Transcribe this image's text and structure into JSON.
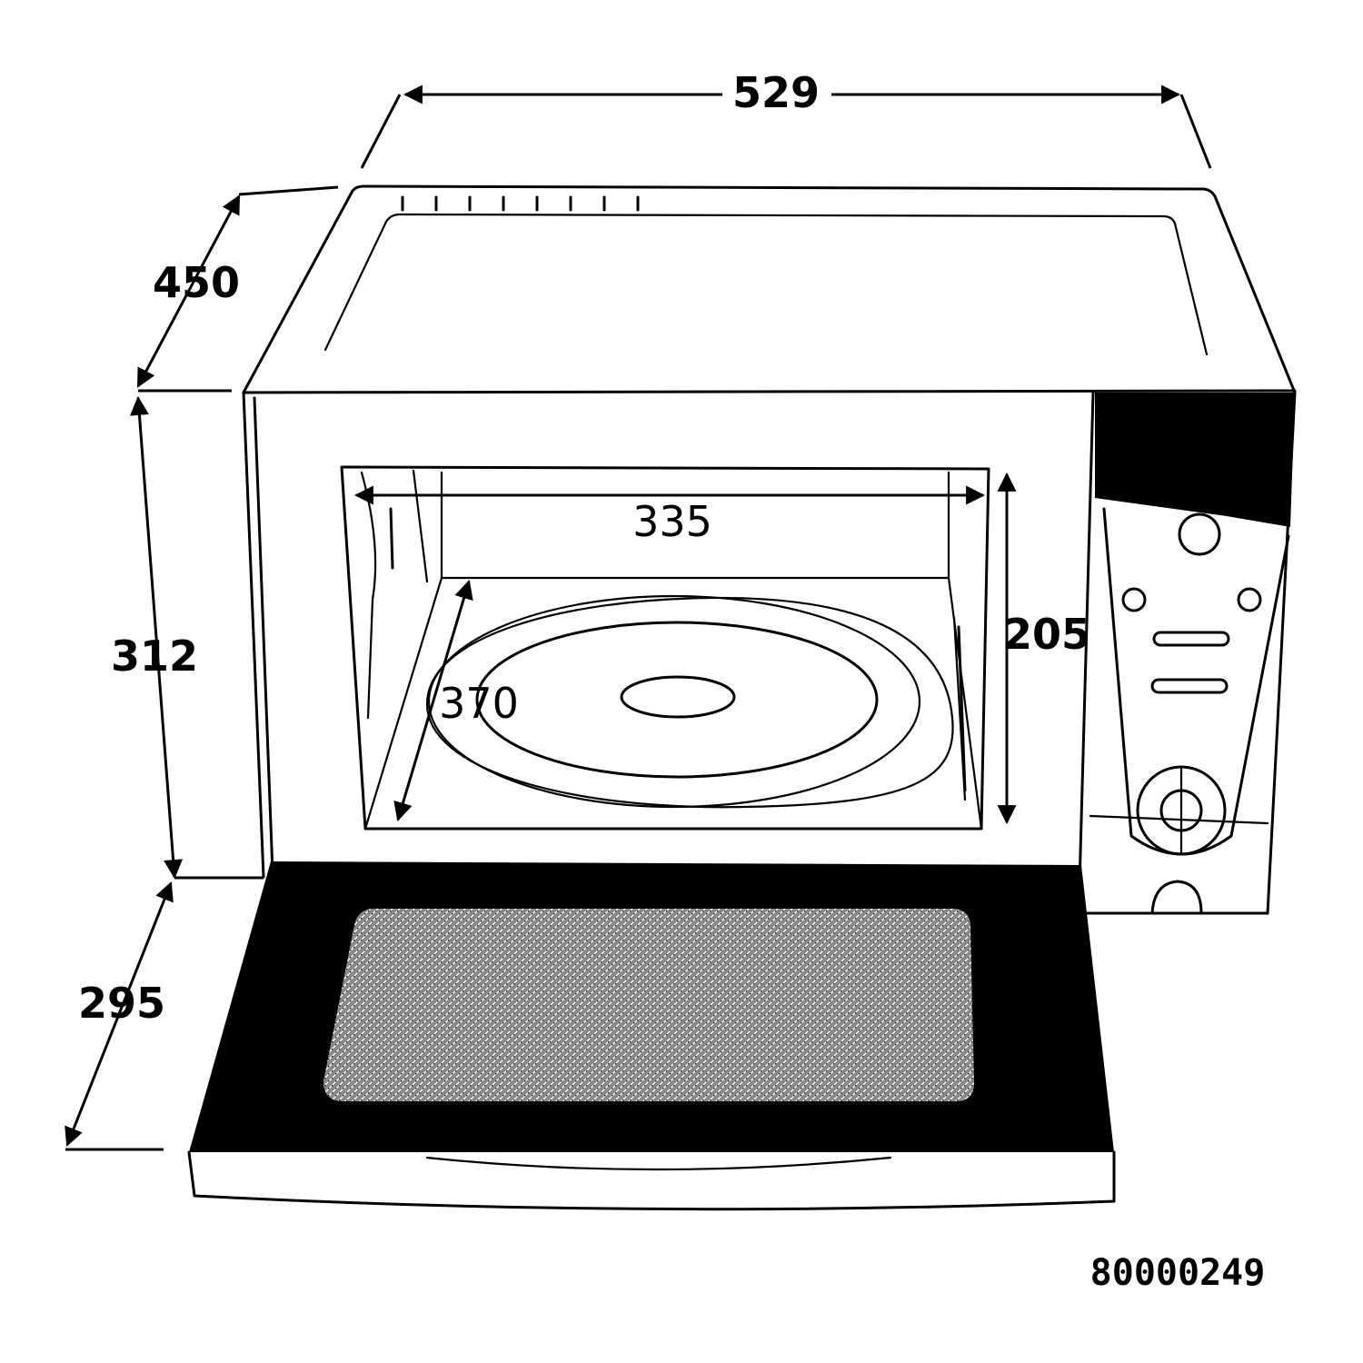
{
  "dimensions": {
    "width": "529",
    "depth": "450",
    "height": "312",
    "door_depth": "295",
    "cavity_width": "335",
    "cavity_height": "205",
    "cavity_depth": "370"
  },
  "reference_number": "80000249",
  "colors": {
    "ink": "#000000",
    "paper": "#ffffff",
    "glass": "#777777"
  }
}
